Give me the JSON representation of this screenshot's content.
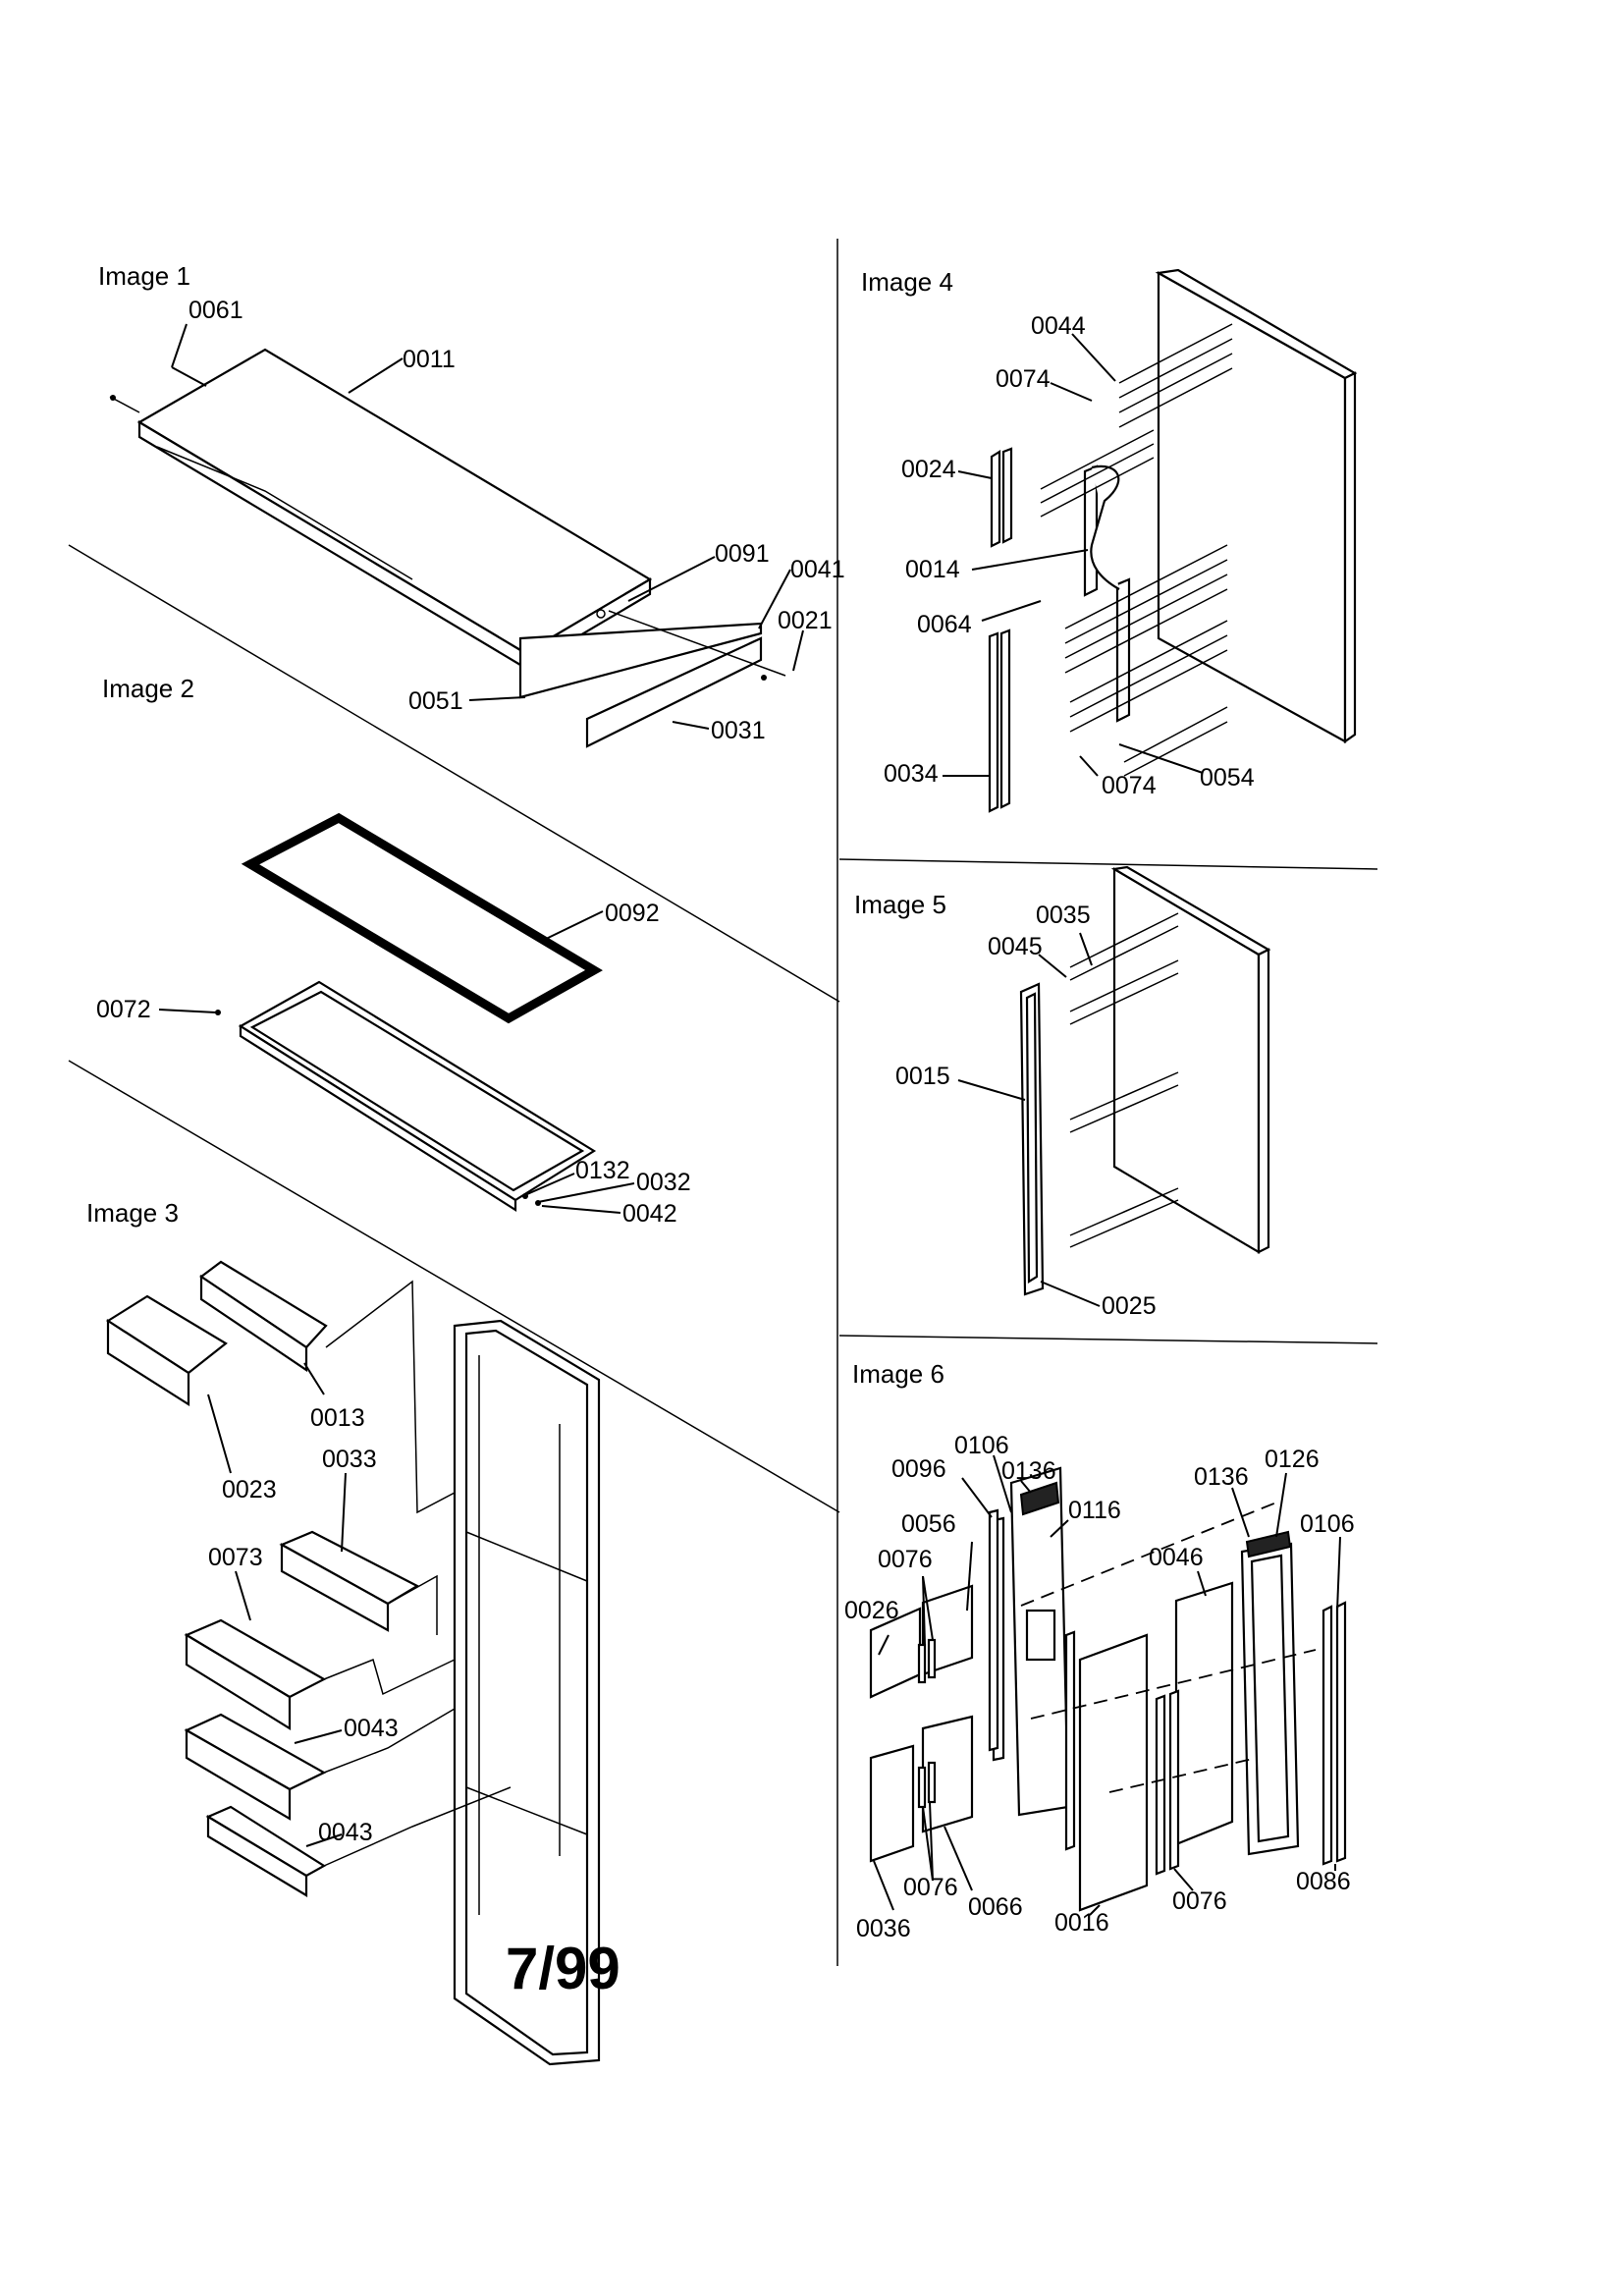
{
  "images": {
    "image1": {
      "title": "Image 1",
      "parts": [
        "0061",
        "0011",
        "0091",
        "0041",
        "0021",
        "0051",
        "0031"
      ]
    },
    "image2": {
      "title": "Image 2",
      "parts": [
        "0092",
        "0072",
        "0132",
        "0032",
        "0042"
      ]
    },
    "image3": {
      "title": "Image 3",
      "parts": [
        "0013",
        "0023",
        "0033",
        "0073",
        "0043",
        "0043"
      ]
    },
    "image4": {
      "title": "Image 4",
      "parts": [
        "0044",
        "0074",
        "0024",
        "0014",
        "0064",
        "0034",
        "0074",
        "0054"
      ]
    },
    "image5": {
      "title": "Image 5",
      "parts": [
        "0035",
        "0045",
        "0015",
        "0025"
      ]
    },
    "image6": {
      "title": "Image 6",
      "parts": [
        "0106",
        "0096",
        "0136",
        "0116",
        "0136",
        "0126",
        "0056",
        "0106",
        "0046",
        "0076",
        "0026",
        "0076",
        "0066",
        "0036",
        "0016",
        "0076",
        "0086"
      ]
    }
  },
  "footer": {
    "date": "7/99"
  }
}
